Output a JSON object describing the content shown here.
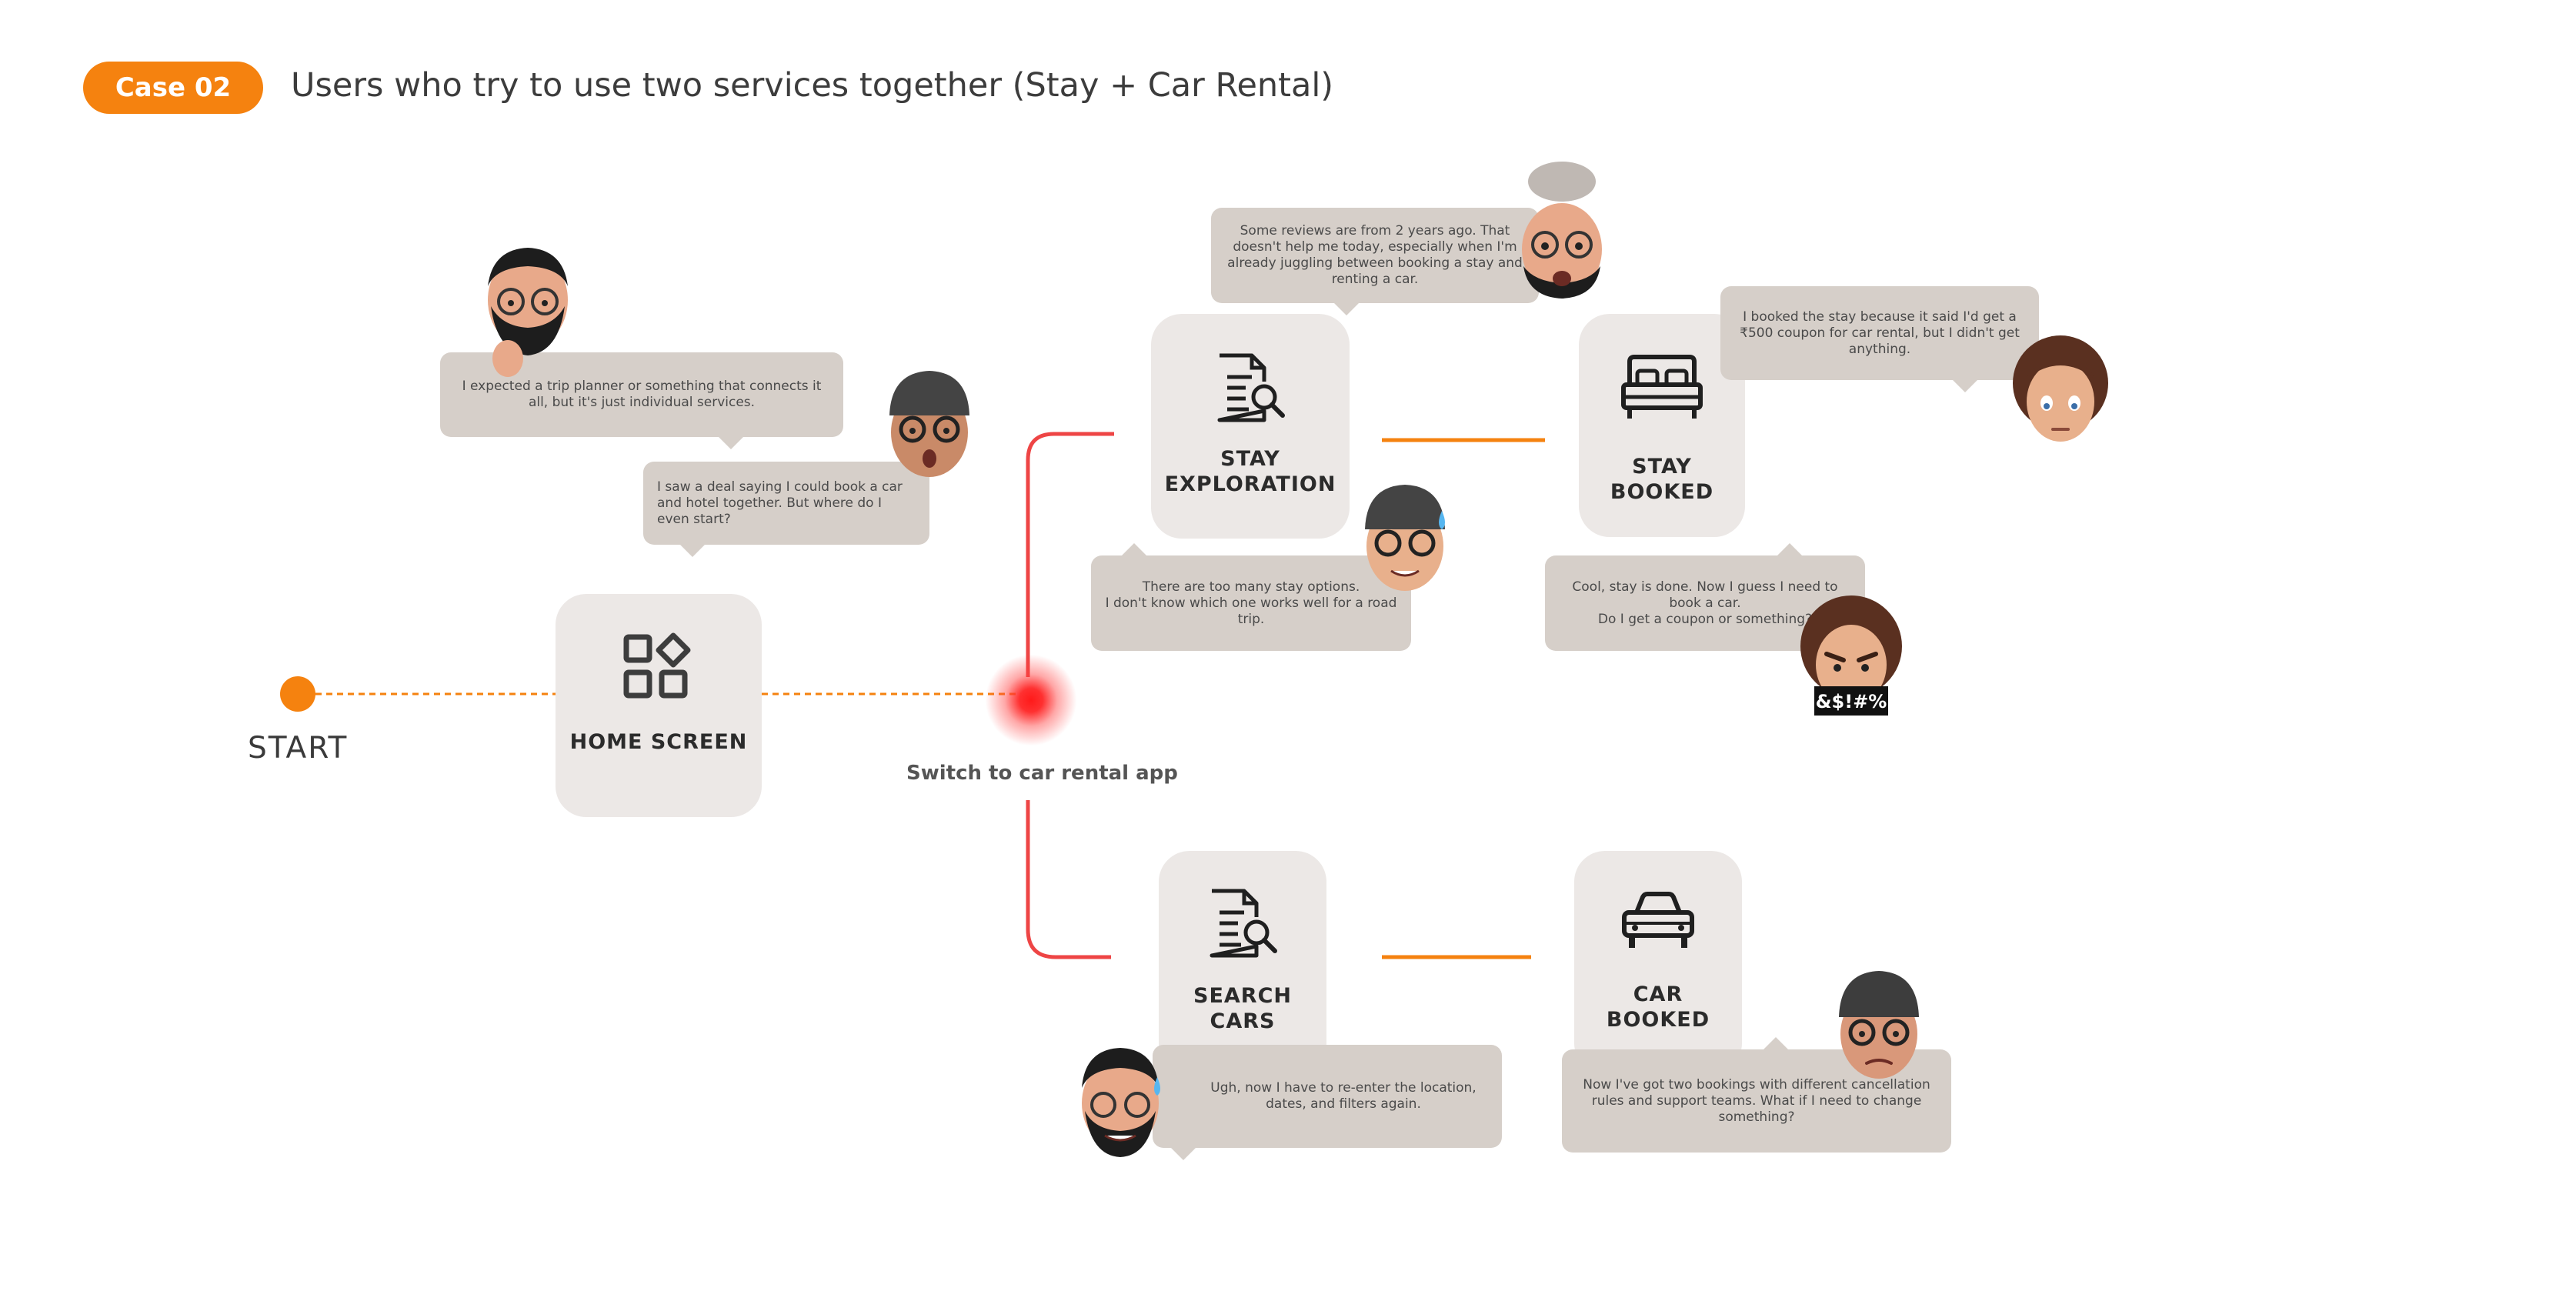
{
  "header": {
    "badge": "Case 02",
    "title": "Users who try to use two services together (Stay + Car Rental)"
  },
  "start": {
    "label": "START"
  },
  "nodes": {
    "home": {
      "label": "HOME SCREEN",
      "icon": "apps-grid-icon"
    },
    "stay_exploration": {
      "label": "STAY\nEXPLORATION",
      "icon": "document-search-icon"
    },
    "stay_booked": {
      "label": "STAY\nBOOKED",
      "icon": "bed-icon"
    },
    "search_cars": {
      "label": "SEARCH\nCARS",
      "icon": "document-search-icon"
    },
    "car_booked": {
      "label": "CAR\nBOOKED",
      "icon": "car-icon"
    }
  },
  "switch_label": "Switch to car rental app",
  "bubbles": {
    "trip_planner": "I expected a trip planner or something that connects it all, but it's just individual services.",
    "deal": "I saw a deal saying I could book a car and hotel together. But where do I even start?",
    "reviews": "Some reviews are from 2 years ago. That doesn't help me today, especially when I'm already juggling between booking a stay and renting a car.",
    "coupon": "I booked the stay because it said I'd get a ₹500 coupon for car rental, but I didn't get anything.",
    "too_many": "There are too many stay options.\nI don't know which one works well for a road trip.",
    "stay_done": "Cool, stay is done. Now I guess I need to book a car.\nDo I get a coupon or something?",
    "reenter": "Ugh, now I have to re-enter the location, dates, and filters again.",
    "two_bookings": "Now I've got two bookings with different cancellation rules and support teams. What if I need to change something?"
  },
  "avatar_caption": "&$!#%",
  "colors": {
    "accent_orange": "#f5820f",
    "switch_red": "#ee4545",
    "node_bg": "#ece8e6",
    "bubble_bg": "#d6cfc9"
  }
}
